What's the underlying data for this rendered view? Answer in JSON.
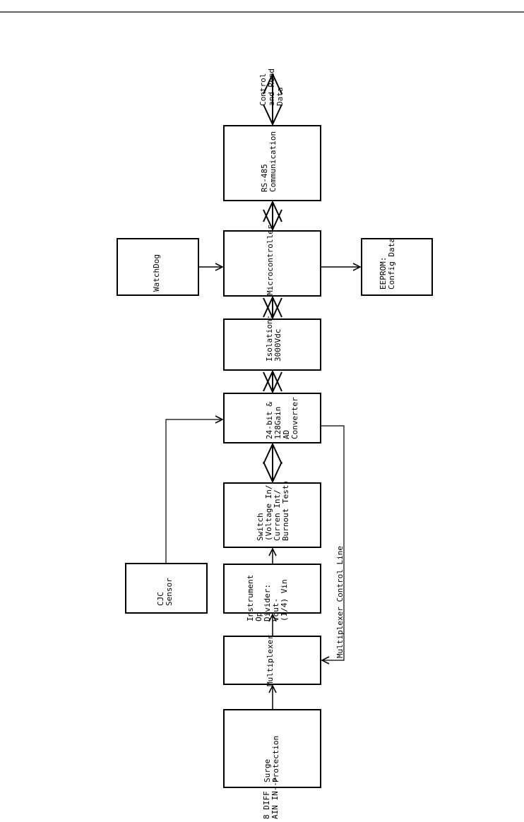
{
  "diagram": {
    "external_top": [
      "Control",
      "and Read",
      "Data"
    ],
    "external_bottom": [
      "8 DIFF",
      "AIN IN-->"
    ],
    "boxes": {
      "rs485": [
        "RS-485",
        "Communication"
      ],
      "micro": [
        "Microcontroller"
      ],
      "watchdog": [
        "WatchDog"
      ],
      "eeprom": [
        "EEPROM:",
        "Config Data"
      ],
      "isolation": [
        "Isolation:",
        "3000Vdc"
      ],
      "adc": [
        "24-bit &",
        "128Gain",
        "AD",
        "Converter"
      ],
      "switch": [
        "Switch",
        "(Voltage In/",
        "Curren Int/",
        "Burnout Test)"
      ],
      "cjc": [
        "CJC",
        "Sensor"
      ],
      "opamp": [
        "Instrument",
        "Op",
        "Divider:",
        "Vout-",
        "(1/4) Vin"
      ],
      "mux": [
        "Multiplexer"
      ],
      "surge": [
        "Surge",
        "Protection"
      ]
    },
    "mux_control_label": "Multiplexer Control Line"
  }
}
